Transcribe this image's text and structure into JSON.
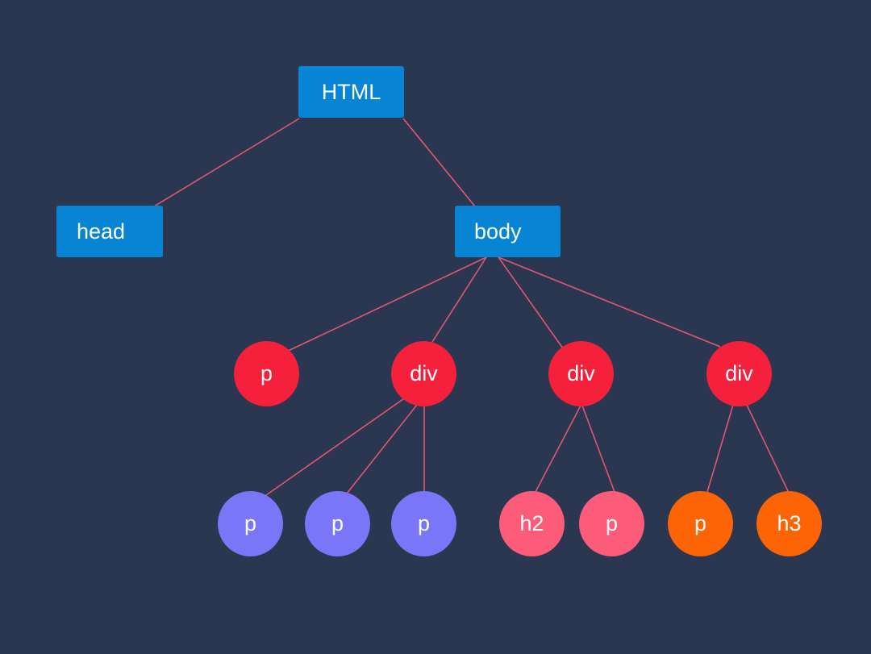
{
  "colors": {
    "background": "#2b3651",
    "edge": "#e05676",
    "root": "#0784d4",
    "level2": "#f5213c",
    "leaf_blue": "#7b76f7",
    "leaf_pink": "#fc5b7a",
    "leaf_orange": "#fc6406"
  },
  "nodes": [
    {
      "id": "html",
      "label": "HTML",
      "shape": "rect",
      "color": "#0784d4"
    },
    {
      "id": "head",
      "label": "head",
      "shape": "rect",
      "color": "#0784d4"
    },
    {
      "id": "body",
      "label": "body",
      "shape": "rect",
      "color": "#0784d4"
    },
    {
      "id": "p1",
      "label": "p",
      "shape": "circle",
      "color": "#f5213c"
    },
    {
      "id": "div1",
      "label": "div",
      "shape": "circle",
      "color": "#f5213c"
    },
    {
      "id": "div2",
      "label": "div",
      "shape": "circle",
      "color": "#f5213c"
    },
    {
      "id": "div3",
      "label": "div",
      "shape": "circle",
      "color": "#f5213c"
    },
    {
      "id": "p2",
      "label": "p",
      "shape": "circle",
      "color": "#7b76f7"
    },
    {
      "id": "p3",
      "label": "p",
      "shape": "circle",
      "color": "#7b76f7"
    },
    {
      "id": "p4",
      "label": "p",
      "shape": "circle",
      "color": "#7b76f7"
    },
    {
      "id": "h2",
      "label": "h2",
      "shape": "circle",
      "color": "#fc5b7a"
    },
    {
      "id": "p5",
      "label": "p",
      "shape": "circle",
      "color": "#fc5b7a"
    },
    {
      "id": "p6",
      "label": "p",
      "shape": "circle",
      "color": "#fc6406"
    },
    {
      "id": "h3",
      "label": "h3",
      "shape": "circle",
      "color": "#fc6406"
    }
  ],
  "edges": [
    [
      "html",
      "head"
    ],
    [
      "html",
      "body"
    ],
    [
      "body",
      "p1"
    ],
    [
      "body",
      "div1"
    ],
    [
      "body",
      "div2"
    ],
    [
      "body",
      "div3"
    ],
    [
      "div1",
      "p2"
    ],
    [
      "div1",
      "p3"
    ],
    [
      "div1",
      "p4"
    ],
    [
      "div2",
      "h2"
    ],
    [
      "div2",
      "p5"
    ],
    [
      "div3",
      "p6"
    ],
    [
      "div3",
      "h3"
    ]
  ]
}
